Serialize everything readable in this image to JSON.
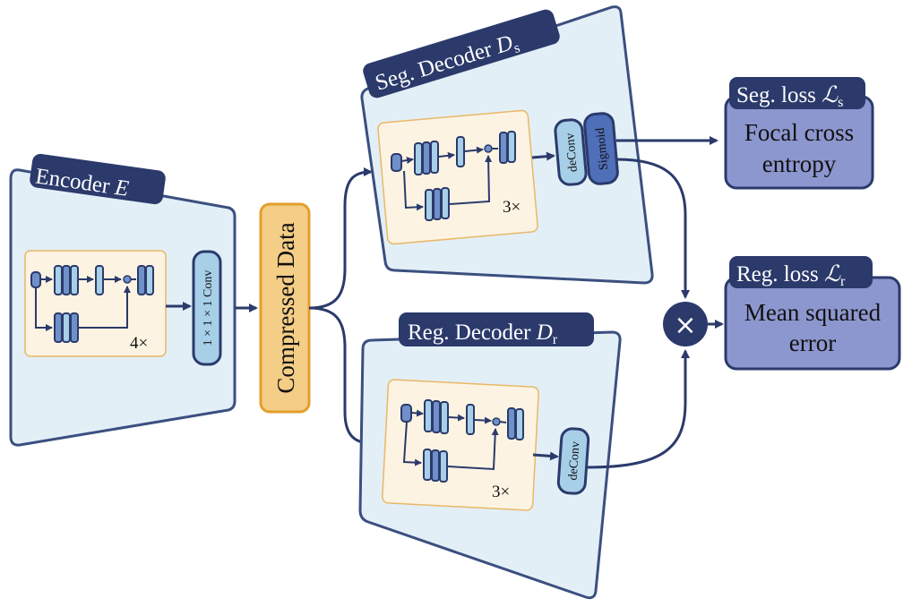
{
  "encoder": {
    "label": "Encoder ",
    "symbol": "E",
    "repeat": "4×",
    "conv": "1 × 1 × 1 Conv"
  },
  "compressed": {
    "label": "Compressed Data"
  },
  "seg_decoder": {
    "label": "Seg. Decoder ",
    "symbol": "D",
    "sub": "s",
    "repeat": "3×",
    "deconv": "deConv",
    "sigmoid": "Sigmoid"
  },
  "reg_decoder": {
    "label": "Reg. Decoder ",
    "symbol": "D",
    "sub": "r",
    "repeat": "3×",
    "deconv": "deConv"
  },
  "seg_loss": {
    "label": "Seg. loss ",
    "symbol": "ℒ",
    "sub": "s",
    "line1": "Focal cross",
    "line2": "entropy"
  },
  "reg_loss": {
    "label": "Reg. loss ",
    "symbol": "ℒ",
    "sub": "r",
    "line1": "Mean squared",
    "line2": "error"
  },
  "multiply": {
    "symbol": "×"
  },
  "colors": {
    "panel": "#e3eff7",
    "panel_stroke": "#3b4f80",
    "dark": "#2b3a6b",
    "block_fill": "#fcf3e2",
    "block_stroke": "#e9b867",
    "compressed_fill": "#f4cd86",
    "compressed_stroke": "#e29f2b",
    "loss_fill": "#8d97cf",
    "light_bar": "#a7cfe8",
    "mid_bar": "#6f90c9"
  }
}
